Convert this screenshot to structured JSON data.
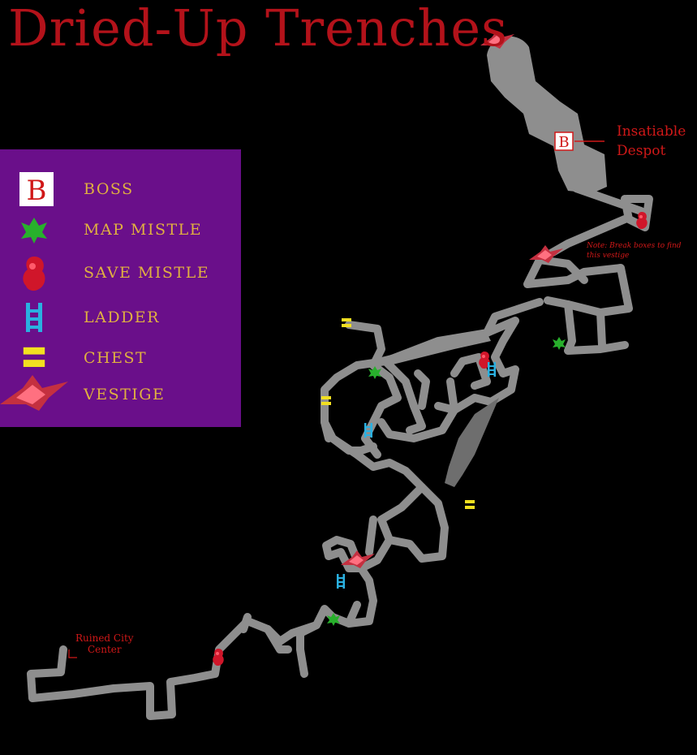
{
  "title": "Dried-Up Trenches",
  "legend": {
    "items": [
      {
        "icon": "boss-icon",
        "label": "BOSS"
      },
      {
        "icon": "map-mistle-icon",
        "label": "MAP MISTLE"
      },
      {
        "icon": "save-mistle-icon",
        "label": "SAVE MISTLE"
      },
      {
        "icon": "ladder-icon",
        "label": "LADDER"
      },
      {
        "icon": "chest-icon",
        "label": "CHEST"
      },
      {
        "icon": "vestige-icon",
        "label": "VESTIGE"
      }
    ]
  },
  "map": {
    "boss_letter": "B",
    "boss_name_line1": "Insatiable",
    "boss_name_line2": "Despot",
    "exit_line1": "Ruined City",
    "exit_line2": "Center",
    "note_line1": "Note: Break boxes to find",
    "note_line2": "this vestige"
  },
  "colors": {
    "background": "#000000",
    "title": "#b3121a",
    "legend_bg": "#6a0f8a",
    "legend_text": "#e0b040",
    "path": "#8e8e8e",
    "label_red": "#d01818"
  }
}
